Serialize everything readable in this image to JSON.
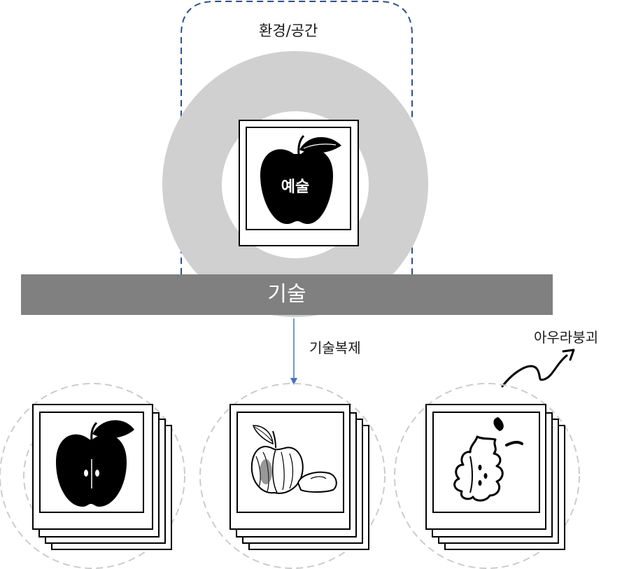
{
  "environment": {
    "label": "환경/공간"
  },
  "original": {
    "label": "예술"
  },
  "technology": {
    "label": "기술"
  },
  "reproduction": {
    "label": "기술복제"
  },
  "aura": {
    "label": "아우라붕괴"
  },
  "colors": {
    "ring": "#d0d0d0",
    "bar": "#808080",
    "dashed_frame": "#2f4f8a",
    "arrow": "#4472c4",
    "dashed_circle": "#cccccc",
    "ink": "#000000"
  },
  "copies": [
    {
      "icon": "whole-apple-icon"
    },
    {
      "icon": "sketched-cut-apple-icon"
    },
    {
      "icon": "apple-core-icon"
    }
  ]
}
